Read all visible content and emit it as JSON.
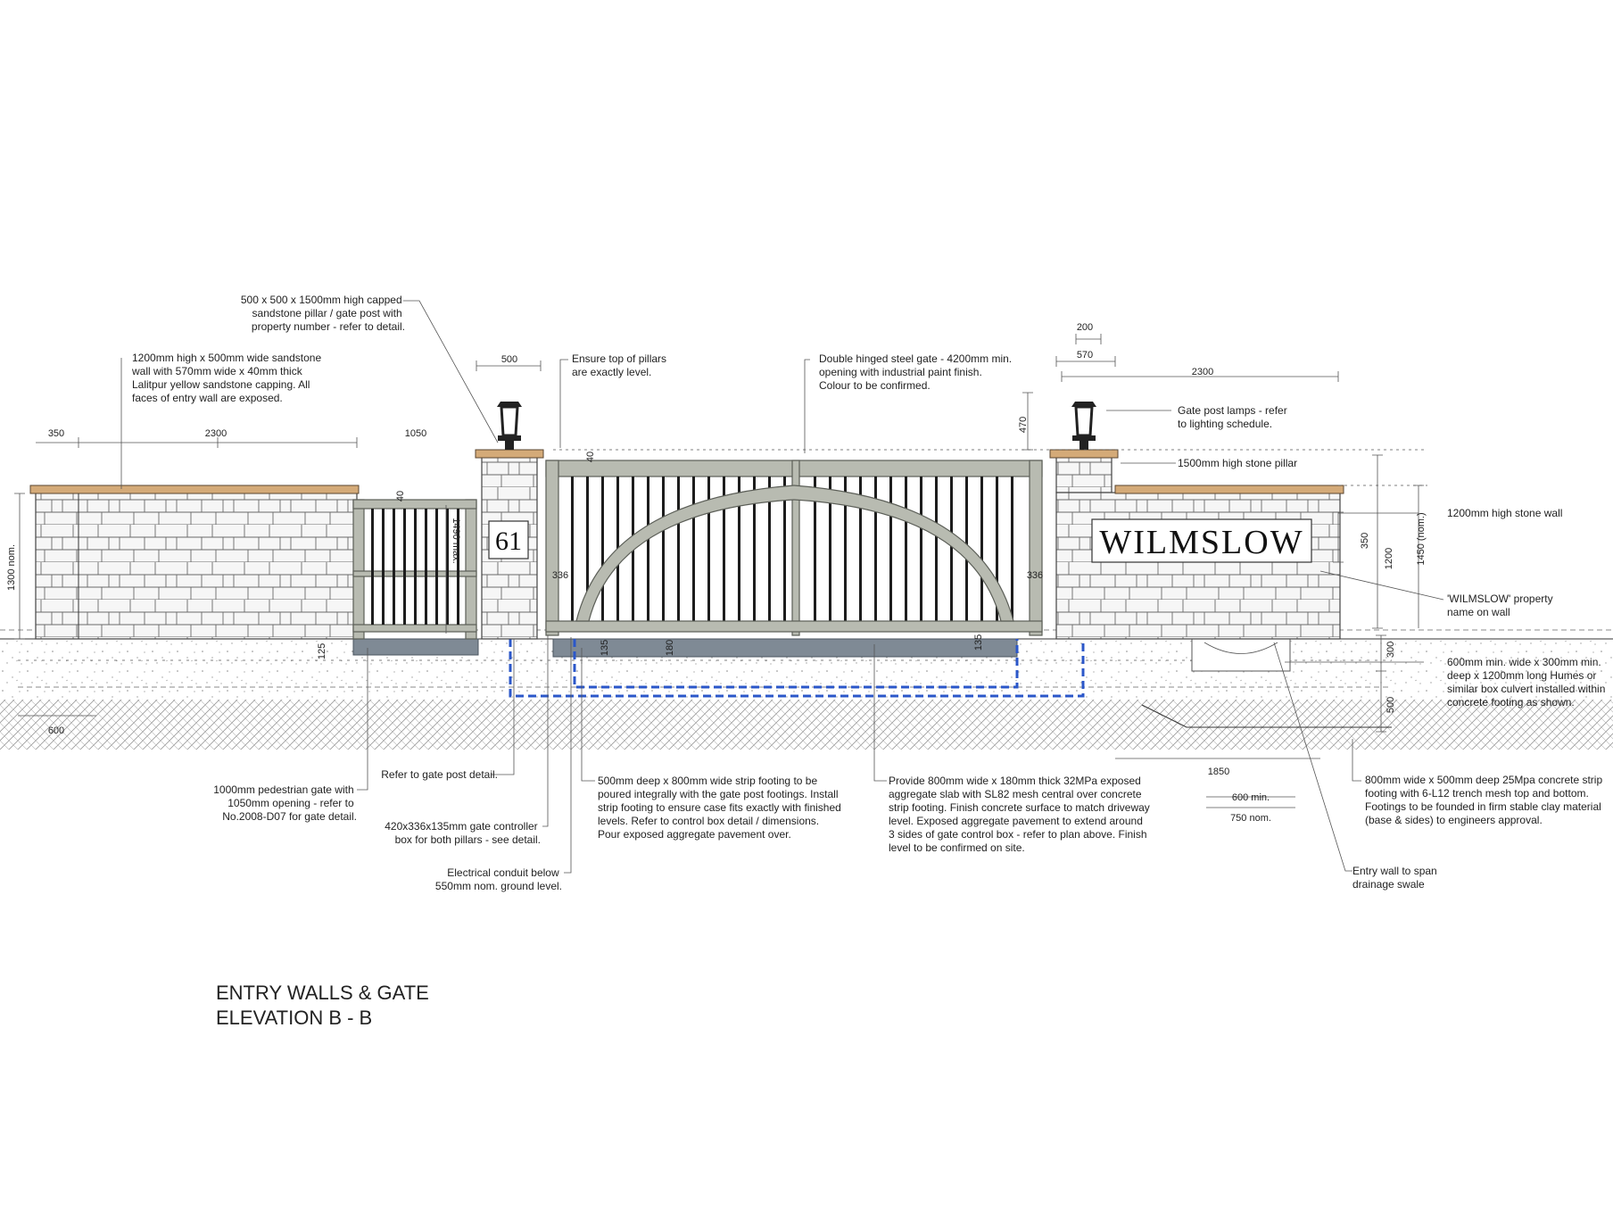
{
  "notes": {
    "pillar": [
      "500 x 500 x 1500mm high capped",
      "sandstone pillar / gate post with",
      "property number - refer to detail."
    ],
    "wall": [
      "1200mm high x 500mm wide sandstone",
      "wall with 570mm wide x 40mm thick",
      "Lalitpur yellow sandstone capping.  All",
      "faces of entry wall are exposed."
    ],
    "ensure_level": [
      "Ensure top of pillars",
      "are exactly level."
    ],
    "double_gate": [
      "Double hinged steel gate - 4200mm min.",
      "opening with industrial paint finish.",
      "Colour to be confirmed."
    ],
    "lamps": [
      "Gate post lamps - refer",
      "to lighting schedule."
    ],
    "stone_pillar": "1500mm high stone pillar",
    "stone_wall": "1200mm high stone wall",
    "name_on_wall": [
      "'WILMSLOW' property",
      "name on wall"
    ],
    "culvert": [
      "600mm min. wide x 300mm min.",
      "deep x 1200mm long Humes or",
      "similar box culvert installed within",
      "concrete footing as shown."
    ],
    "concrete_strip": [
      "800mm wide x 500mm deep 25Mpa concrete strip",
      "footing with 6-L12 trench mesh top and bottom.",
      "Footings to be founded in firm stable clay material",
      "(base & sides) to engineers approval."
    ],
    "swale": [
      "Entry wall to span",
      "drainage swale"
    ],
    "aggregate_slab": [
      "Provide 800mm wide x 180mm thick 32MPa exposed",
      "aggregate slab with SL82 mesh central over concrete",
      "strip footing. Finish concrete surface to match driveway",
      "level. Exposed aggregate pavement to extend around",
      "3 sides of gate control box - refer to plan above. Finish",
      "level to be confirmed on site."
    ],
    "strip_footing": [
      "500mm deep x 800mm wide strip footing to be",
      "poured integrally with the gate post footings. Install",
      "strip footing to ensure case fits exactly with finished",
      "levels.  Refer to control box detail / dimensions.",
      "Pour exposed aggregate pavement over."
    ],
    "gate_post_detail": "Refer to gate post detail.",
    "pedestrian_gate": [
      "1000mm pedestrian gate with",
      "1050mm opening - refer to",
      "No.2008-D07 for gate detail."
    ],
    "controller_box": [
      "420x336x135mm gate controller",
      "box for both pillars - see detail."
    ],
    "conduit": [
      "Electrical conduit below",
      "550mm nom. ground level."
    ]
  },
  "dims": {
    "d350": "350",
    "d2300_left": "2300",
    "d1050": "1050",
    "d500": "500",
    "d200": "200",
    "d570": "570",
    "d2300_right": "2300",
    "d470": "470",
    "d40_top": "40",
    "d40_left": "40",
    "d1490": "1490 max.",
    "d1300": "1300 nom.",
    "d336_left": "336",
    "d336_right": "336",
    "d135_left": "135",
    "d180": "180",
    "d135_right": "135",
    "d125": "125",
    "d350_v": "350",
    "d1200": "1200",
    "d1450": "1450 (nom.)",
    "d300": "300",
    "d500_v": "500",
    "d600": "600",
    "d1850": "1850",
    "d600min": "600 min.",
    "d750nom": "750 nom."
  },
  "signs": {
    "house_number": "61",
    "property_name": "WILMSLOW"
  },
  "title": {
    "line1": "ENTRY WALLS & GATE",
    "line2": "ELEVATION B - B"
  },
  "colors": {
    "capping": "#d4aa78",
    "gate": "#b8bbb1",
    "slab": "#7f8a95",
    "conduit": "#2b57c9"
  }
}
